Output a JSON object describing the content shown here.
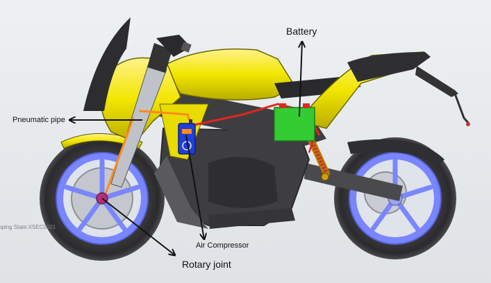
{
  "labels": {
    "battery": "Battery",
    "pneumatic_pipe": "Pneumatic pipe",
    "air_compressor": "Air Compressor",
    "rotary_joint": "Rotary joint"
  },
  "watermark": "pping State:XSEC0001",
  "colors": {
    "body_yellow": "#f2e600",
    "frame_dark": "#3e3e40",
    "wheel_rim": "#7a86ff",
    "battery_green": "#33cc33",
    "compressor_blue": "#1f3fd6",
    "pipe_red": "#e0281e",
    "pipe_orange": "#ff8a1a",
    "rotary_joint": "#b0307c"
  }
}
